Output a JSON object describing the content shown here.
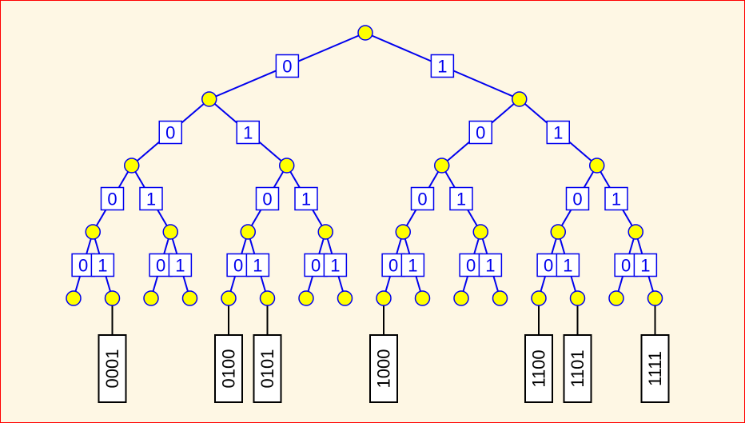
{
  "tree": {
    "depth": 4,
    "branch_labels": [
      "0",
      "1"
    ],
    "keys": [
      "0001",
      "0100",
      "0101",
      "1000",
      "1100",
      "1101",
      "1111"
    ],
    "colors": {
      "node_fill": "#ffff00",
      "edge": "#0000ee",
      "label_text": "#0000ee",
      "background": "#fef7e4",
      "frame": "#ff0000",
      "key_box": "#000000"
    }
  }
}
